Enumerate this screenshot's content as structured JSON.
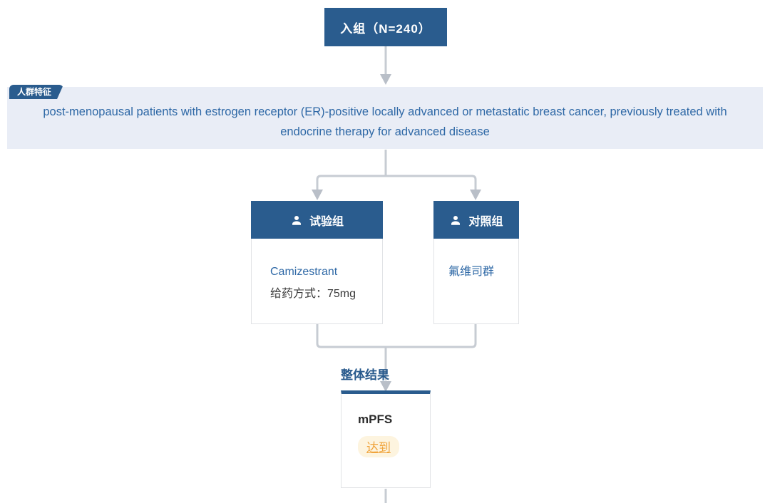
{
  "flow": {
    "enrollment": {
      "label": "入组（N=240）"
    },
    "population": {
      "tag": "人群特征",
      "text": "post-menopausal patients with estrogen receptor (ER)-positive locally advanced or metastatic breast cancer, previously treated with endocrine therapy for advanced disease"
    },
    "groups": [
      {
        "name": "试验组",
        "icon": "person-icon",
        "drug": "Camizestrant",
        "dose": "给药方式：75mg"
      },
      {
        "name": "对照组",
        "icon": "person-icon",
        "drug": "氟维司群"
      }
    ],
    "results": {
      "section_label": "整体结果",
      "endpoint": "mPFS",
      "status": "达到"
    }
  },
  "colors": {
    "brand_blue": "#2a5c8e",
    "banner_bg": "#e9edf6",
    "link_blue": "#2e68a6",
    "status_orange": "#f0a43c",
    "status_bg": "#fdf4df",
    "line_gray": "#c7ccd3"
  }
}
